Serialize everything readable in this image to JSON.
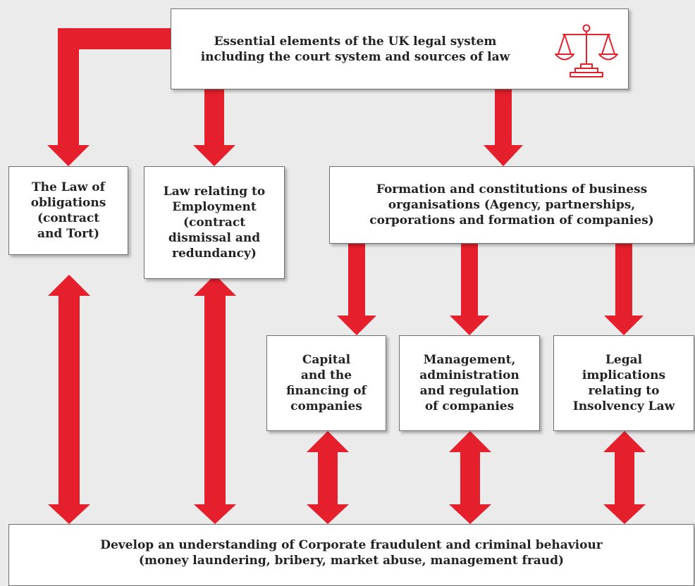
{
  "diagram": {
    "accent_color": "#e51f2b",
    "top": {
      "label": "Essential elements of the UK legal system\nincluding the court system and sources of law",
      "icon": "scales-of-justice-icon"
    },
    "obligations": "The Law of\nobligations\n(contract\nand Tort)",
    "employment": "Law relating to\nEmployment\n(contract\ndismissal and\nredundancy)",
    "formation": "Formation and constitutions of business\norganisations (Agency, partnerships,\ncorporations and formation of companies)",
    "capital": "Capital\nand the\nfinancing of\ncompanies",
    "management": "Management,\nadministration\nand regulation\nof companies",
    "legal": "Legal\nimplications\nrelating to\nInsolvency Law",
    "bottom": "Develop an understanding of Corporate fraudulent and criminal behaviour\n(money laundering, bribery, market abuse, management fraud)"
  }
}
